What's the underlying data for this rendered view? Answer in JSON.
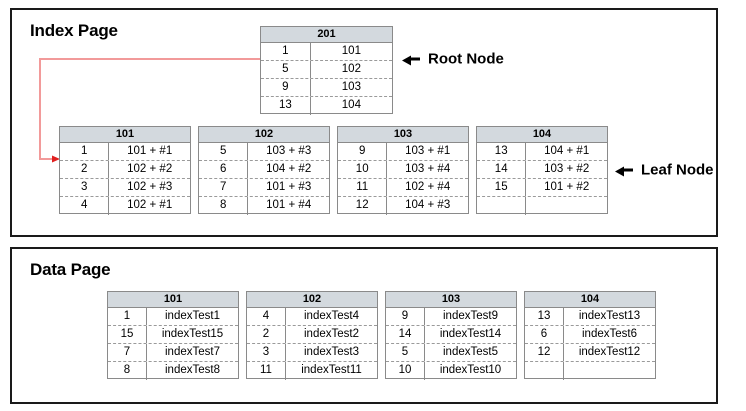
{
  "diagram": {
    "panels": [
      {
        "title": "Index Page"
      },
      {
        "title": "Data Page"
      }
    ],
    "annotations": {
      "root_node": "Root Node",
      "leaf_node": "Leaf Node"
    },
    "colors": {
      "header_fill": "#d3d9de",
      "table_border": "#8a8a8a",
      "panel_border": "#1a1a1a",
      "connector": "#f29a9a",
      "connector_arrow": "#e02020"
    }
  },
  "index_page": {
    "root": {
      "id": "201",
      "rows": [
        {
          "key": "1",
          "value": "101"
        },
        {
          "key": "5",
          "value": "102"
        },
        {
          "key": "9",
          "value": "103"
        },
        {
          "key": "13",
          "value": "104"
        }
      ]
    },
    "leaves": [
      {
        "id": "101",
        "rows": [
          {
            "key": "1",
            "value": "101 + #1"
          },
          {
            "key": "2",
            "value": "102 + #2"
          },
          {
            "key": "3",
            "value": "102 + #3"
          },
          {
            "key": "4",
            "value": "102 + #1"
          }
        ]
      },
      {
        "id": "102",
        "rows": [
          {
            "key": "5",
            "value": "103 + #3"
          },
          {
            "key": "6",
            "value": "104 + #2"
          },
          {
            "key": "7",
            "value": "101 + #3"
          },
          {
            "key": "8",
            "value": "101 + #4"
          }
        ]
      },
      {
        "id": "103",
        "rows": [
          {
            "key": "9",
            "value": "103 + #1"
          },
          {
            "key": "10",
            "value": "103 + #4"
          },
          {
            "key": "11",
            "value": "102 + #4"
          },
          {
            "key": "12",
            "value": "104 + #3"
          }
        ]
      },
      {
        "id": "104",
        "rows": [
          {
            "key": "13",
            "value": "104 + #1"
          },
          {
            "key": "14",
            "value": "103 + #2"
          },
          {
            "key": "15",
            "value": "101 + #2"
          },
          {
            "key": "",
            "value": ""
          }
        ]
      }
    ]
  },
  "data_page": {
    "pages": [
      {
        "id": "101",
        "rows": [
          {
            "key": "1",
            "value": "indexTest1"
          },
          {
            "key": "15",
            "value": "indexTest15"
          },
          {
            "key": "7",
            "value": "indexTest7"
          },
          {
            "key": "8",
            "value": "indexTest8"
          }
        ]
      },
      {
        "id": "102",
        "rows": [
          {
            "key": "4",
            "value": "indexTest4"
          },
          {
            "key": "2",
            "value": "indexTest2"
          },
          {
            "key": "3",
            "value": "indexTest3"
          },
          {
            "key": "11",
            "value": "indexTest11"
          }
        ]
      },
      {
        "id": "103",
        "rows": [
          {
            "key": "9",
            "value": "indexTest9"
          },
          {
            "key": "14",
            "value": "indexTest14"
          },
          {
            "key": "5",
            "value": "indexTest5"
          },
          {
            "key": "10",
            "value": "indexTest10"
          }
        ]
      },
      {
        "id": "104",
        "rows": [
          {
            "key": "13",
            "value": "indexTest13"
          },
          {
            "key": "6",
            "value": "indexTest6"
          },
          {
            "key": "12",
            "value": "indexTest12"
          },
          {
            "key": "",
            "value": ""
          }
        ]
      }
    ]
  }
}
